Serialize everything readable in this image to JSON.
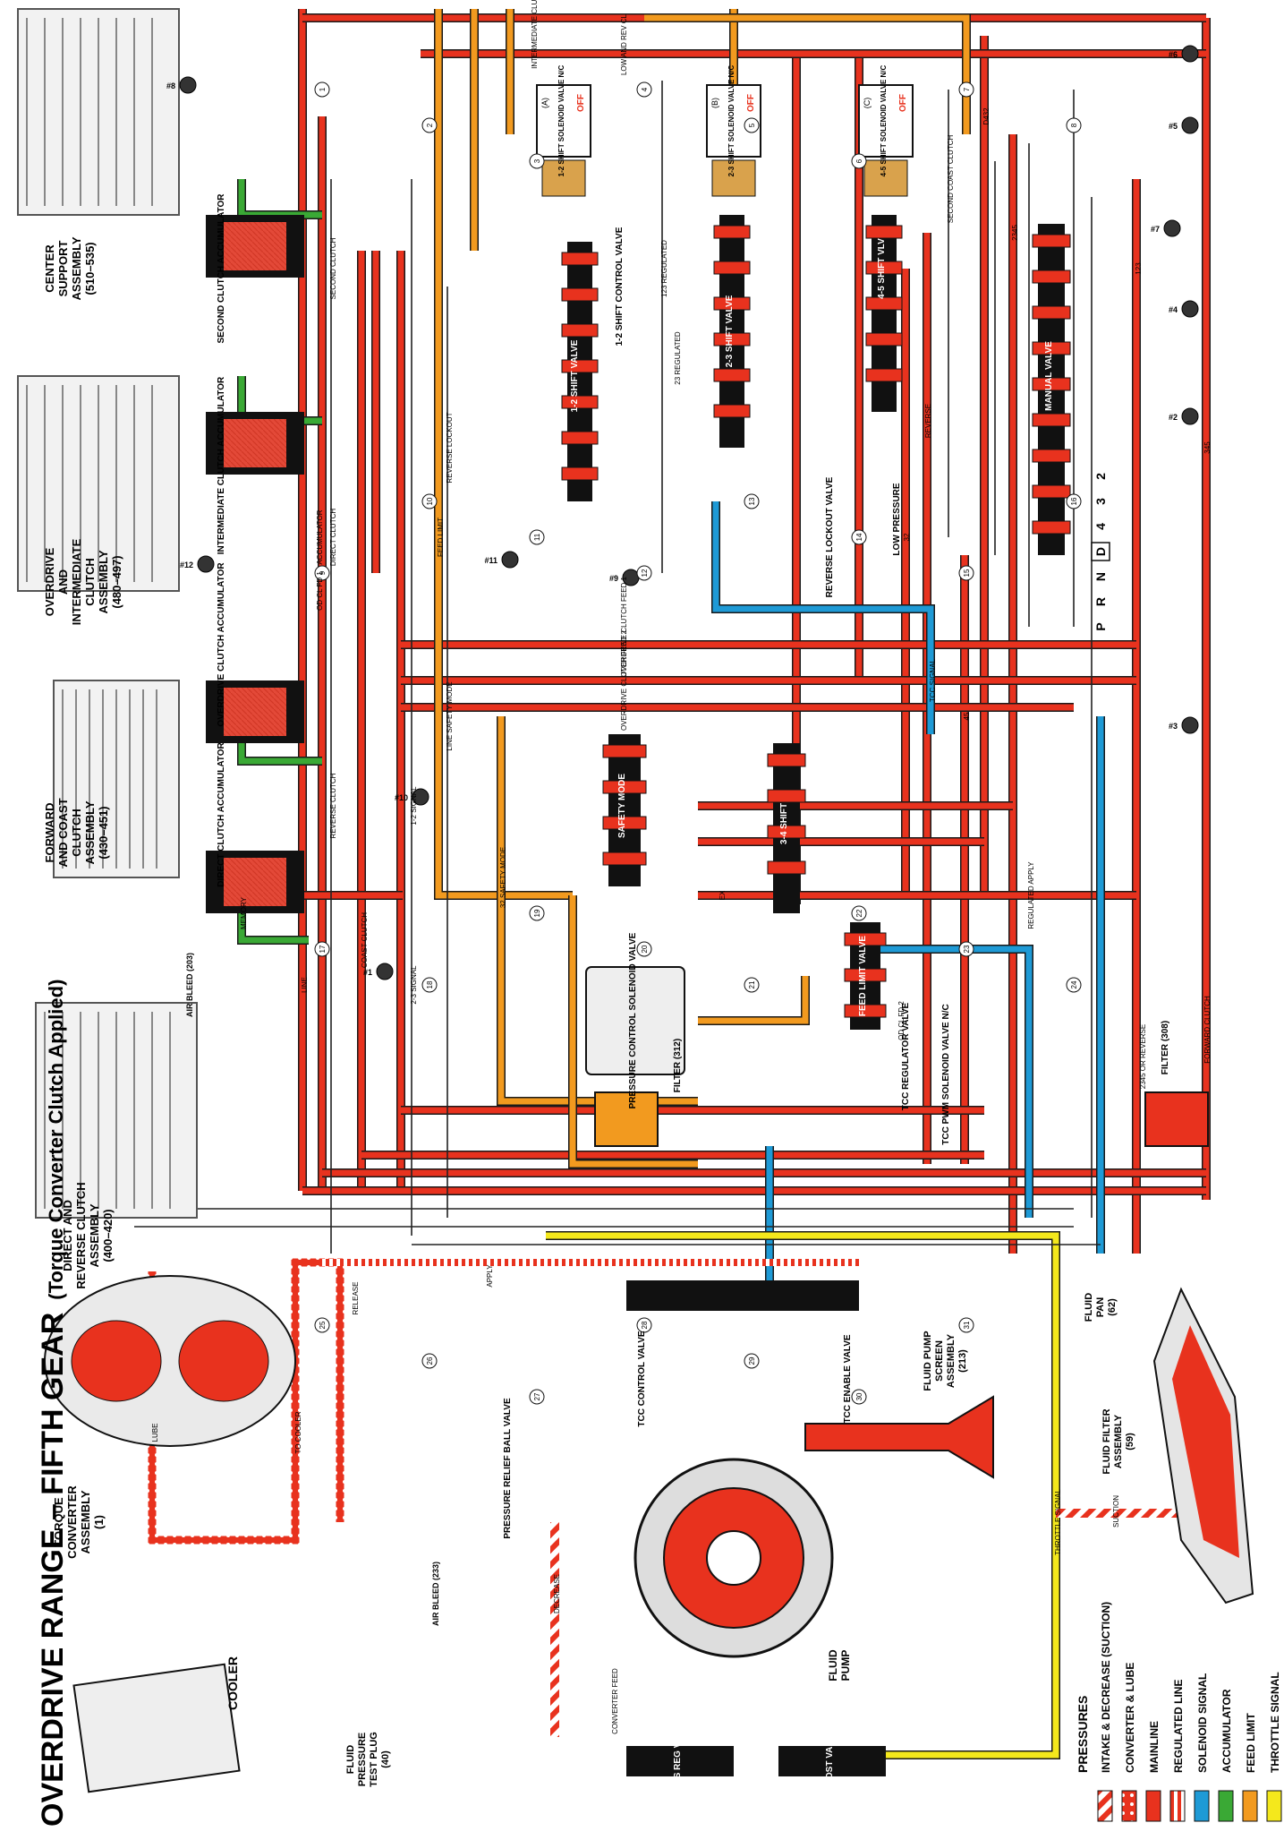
{
  "title": "OVERDRIVE RANGE – FIFTH GEAR",
  "subtitle": "(Torque Converter Clutch Applied)",
  "legend": {
    "heading": "PRESSURES",
    "items": [
      {
        "label": "INTAKE & DECREASE (SUCTION)",
        "pattern": "suction"
      },
      {
        "label": "CONVERTER & LUBE",
        "pattern": "lube"
      },
      {
        "label": "MAINLINE",
        "color": "#e8321e"
      },
      {
        "label": "REGULATED LINE",
        "pattern": "regulated"
      },
      {
        "label": "SOLENOID SIGNAL",
        "color": "#1e9ad6"
      },
      {
        "label": "ACCUMULATOR",
        "color": "#3aa935"
      },
      {
        "label": "FEED LIMIT",
        "color": "#f29a1f"
      },
      {
        "label": "THROTTLE SIGNAL",
        "color": "#f4e81c"
      }
    ]
  },
  "colors": {
    "mainline": "#e8321e",
    "solenoid": "#1e9ad6",
    "accumulator": "#3aa935",
    "feed_limit": "#f29a1f",
    "throttle": "#f4e81c",
    "valve_body": "#111111"
  },
  "assemblies": [
    {
      "name": "cooler",
      "lines": [
        "COOLER"
      ]
    },
    {
      "name": "torque-converter",
      "lines": [
        "TORQUE",
        "CONVERTER",
        "ASSEMBLY",
        "(1)"
      ]
    },
    {
      "name": "direct-reverse-clutch",
      "lines": [
        "DIRECT AND",
        "REVERSE CLUTCH",
        "ASSEMBLY",
        "(400–420)"
      ]
    },
    {
      "name": "forward-coast-clutch",
      "lines": [
        "FORWARD",
        "AND COAST",
        "CLUTCH",
        "ASSEMBLY",
        "(430–451)"
      ]
    },
    {
      "name": "overdrive-intermediate-clutch",
      "lines": [
        "OVERDRIVE",
        "AND",
        "INTERMEDIATE",
        "CLUTCH",
        "ASSEMBLY",
        "(480–497)"
      ]
    },
    {
      "name": "center-support",
      "lines": [
        "CENTER",
        "SUPPORT",
        "ASSEMBLY",
        "(510–535)"
      ]
    },
    {
      "name": "fluid-pump",
      "lines": [
        "FLUID",
        "PUMP"
      ]
    },
    {
      "name": "fluid-pump-screen",
      "lines": [
        "FLUID PUMP",
        "SCREEN",
        "ASSEMBLY",
        "(213)"
      ]
    },
    {
      "name": "fluid-filter",
      "lines": [
        "FLUID FILTER",
        "ASSEMBLY",
        "(59)"
      ]
    },
    {
      "name": "fluid-pan",
      "lines": [
        "FLUID",
        "PAN",
        "(62)"
      ]
    },
    {
      "name": "pressure-test-plug",
      "lines": [
        "FLUID",
        "PRESSURE",
        "TEST PLUG",
        "(40)"
      ]
    }
  ],
  "valves": [
    {
      "name": "1-2-shift-valve",
      "label": "1-2 SHIFT VALVE"
    },
    {
      "name": "1-2-shift-control-valve",
      "label": "1-2 SHIFT CONTROL VALVE"
    },
    {
      "name": "2-3-shift-valve",
      "label": "2-3 SHIFT VALVE"
    },
    {
      "name": "4-5-shift-valve",
      "label": "4-5 SHIFT VLV"
    },
    {
      "name": "manual-valve",
      "label": "MANUAL VALVE"
    },
    {
      "name": "safety-mode-valve",
      "label": "SAFETY MODE"
    },
    {
      "name": "3-4-shift-valve",
      "label": "3-4 SHIFT"
    },
    {
      "name": "feed-limit-valve",
      "label": "FEED LIMIT VALVE"
    },
    {
      "name": "reverse-lockout-valve",
      "label": "REVERSE LOCKOUT VALVE"
    },
    {
      "name": "low-pressure-valve",
      "label": "LOW PRESSURE"
    },
    {
      "name": "tcc-control-valve",
      "label": "TCC CONTROL VALVE"
    },
    {
      "name": "tcc-enable-valve",
      "label": "TCC ENABLE VALVE"
    },
    {
      "name": "pressure-relief-ball-valve",
      "label": "PRESSURE RELIEF BALL VALVE"
    },
    {
      "name": "press-reg-valve",
      "label": "PRESS REG VALVE"
    },
    {
      "name": "boost-valve",
      "label": "BOOST VALVE"
    },
    {
      "name": "pressure-control-solenoid",
      "label": "PRESSURE CONTROL SOLENOID VALVE"
    },
    {
      "name": "tcc-regulator-valve",
      "label": "TCC REGULATOR VALVE"
    },
    {
      "name": "tcc-pwm-solenoid",
      "label": "TCC PWM SOLENOID VALVE N/C"
    }
  ],
  "solenoids": [
    {
      "name": "1-2-shift-solenoid",
      "label": "1-2 SHIFT SOLENOID VALVE N/C",
      "num": "(A)",
      "state": "OFF"
    },
    {
      "name": "2-3-shift-solenoid",
      "label": "2-3 SHIFT SOLENOID VALVE N/C",
      "num": "(B)",
      "state": "OFF"
    },
    {
      "name": "4-5-shift-solenoid",
      "label": "4-5 SHIFT SOLENOID VALVE N/C",
      "num": "(C)",
      "state": "OFF"
    }
  ],
  "accumulators": [
    {
      "name": "second-clutch-accumulator",
      "label": "SECOND CLUTCH ACCUMULATOR"
    },
    {
      "name": "intermediate-clutch-accumulator",
      "label": "INTERMEDIATE CLUTCH ACCUMULATOR"
    },
    {
      "name": "overdrive-clutch-accumulator",
      "label": "OVERDRIVE CLUTCH ACCUMULATOR"
    },
    {
      "name": "direct-clutch-accumulator",
      "label": "DIRECT CLUTCH ACCUMULATOR"
    }
  ],
  "filters": [
    {
      "name": "filter-312",
      "label": "FILTER (312)"
    },
    {
      "name": "filter-308",
      "label": "FILTER (308)"
    }
  ],
  "air_bleeds": [
    "AIR BLEED (203)",
    "AIR BLEED (233)"
  ],
  "gear_selector": [
    "P",
    "R",
    "N",
    "D",
    "4",
    "3",
    "2"
  ],
  "checkballs": [
    "#1",
    "#2",
    "#3",
    "#4",
    "#5",
    "#6",
    "#7",
    "#8",
    "#9",
    "#10",
    "#11",
    "#12"
  ],
  "orifices": [
    "1",
    "2",
    "3",
    "4",
    "5",
    "6",
    "7",
    "8",
    "9",
    "10",
    "11",
    "12",
    "13",
    "14",
    "15",
    "16",
    "17",
    "18",
    "19",
    "20",
    "21",
    "22",
    "23",
    "24",
    "25",
    "26",
    "27",
    "28",
    "29",
    "30",
    "31"
  ],
  "passages": [
    "LINE",
    "FEED LIMIT",
    "D432",
    "2345",
    "123",
    "32",
    "45",
    "345",
    "REVERSE",
    "FORWARD CLUTCH",
    "2345 OR REVERSE",
    "1-2 SIGNAL",
    "2-3 SIGNAL",
    "TCC SIGNAL",
    "REGULATED APPLY",
    "THROTTLE SIGNAL",
    "SUCTION",
    "DECREASE",
    "CONVERTER FEED",
    "TO COOLER",
    "LUBE",
    "RELEASE",
    "APPLY",
    "REVERSE CLUTCH",
    "DIRECT CLUTCH",
    "COAST CLUTCH",
    "OVERDRIVE CLUTCH FEED 1",
    "OVERDRIVE CLUTCH FEED 2",
    "INTERMEDIATE CLUTCH",
    "SECOND CLUTCH",
    "LOW AND REV CL",
    "REVERSE LOCKOUT",
    "123 REGULATED",
    "23 REGULATED",
    "SECOND COAST CLUTCH",
    "LINE SAFETY MODE",
    "32 SAFETY MODE",
    "MEMORY",
    "ACCUMULATOR",
    "OD CL FD 1",
    "OD CL FD 2",
    "EX"
  ]
}
